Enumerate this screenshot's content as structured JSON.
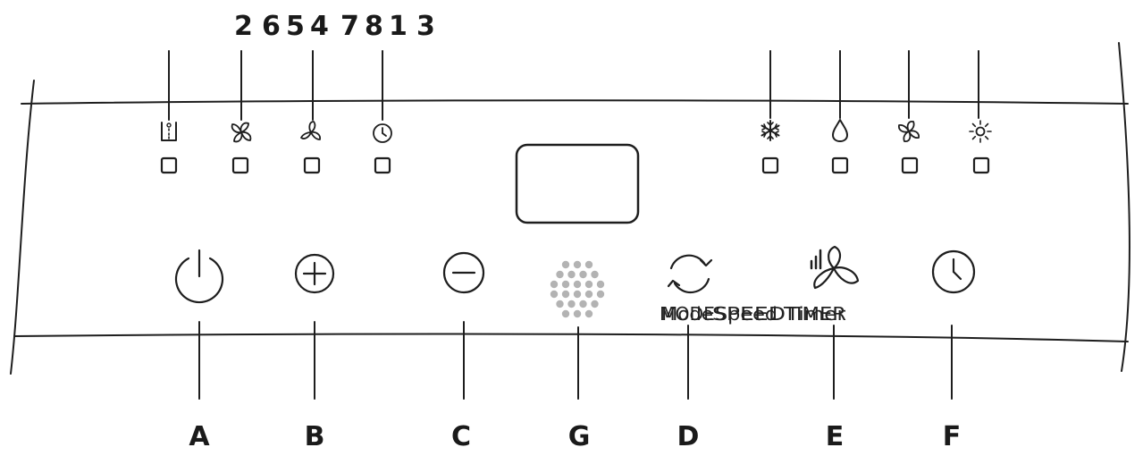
{
  "indicator_numbers": [
    "2",
    "6",
    "5",
    "4",
    "7",
    "8",
    "1",
    "3"
  ],
  "button_letters": [
    "A",
    "B",
    "C",
    "G",
    "D",
    "E",
    "F"
  ],
  "captions": {
    "mode_upper": "MODE",
    "speed_upper": "SPEED",
    "timer_upper": "TIMER",
    "mode_mixed": "Mode",
    "speed_mixed": "Speed",
    "timer_mixed": "Timer"
  },
  "icons": {
    "left_indicators": [
      "water-tank-icon",
      "fan-high-icon",
      "fan-low-icon",
      "timer-icon"
    ],
    "right_indicators": [
      "snowflake-icon",
      "water-drop-icon",
      "fan-icon",
      "sun-icon"
    ],
    "buttons": [
      "power-icon",
      "plus-icon",
      "minus-icon",
      "sensor-dots-icon",
      "mode-cycle-icon",
      "fan-speed-icon",
      "clock-icon"
    ]
  },
  "colors": {
    "line": "#1e1e1e",
    "sensor_dots": "#b3b3b3"
  }
}
